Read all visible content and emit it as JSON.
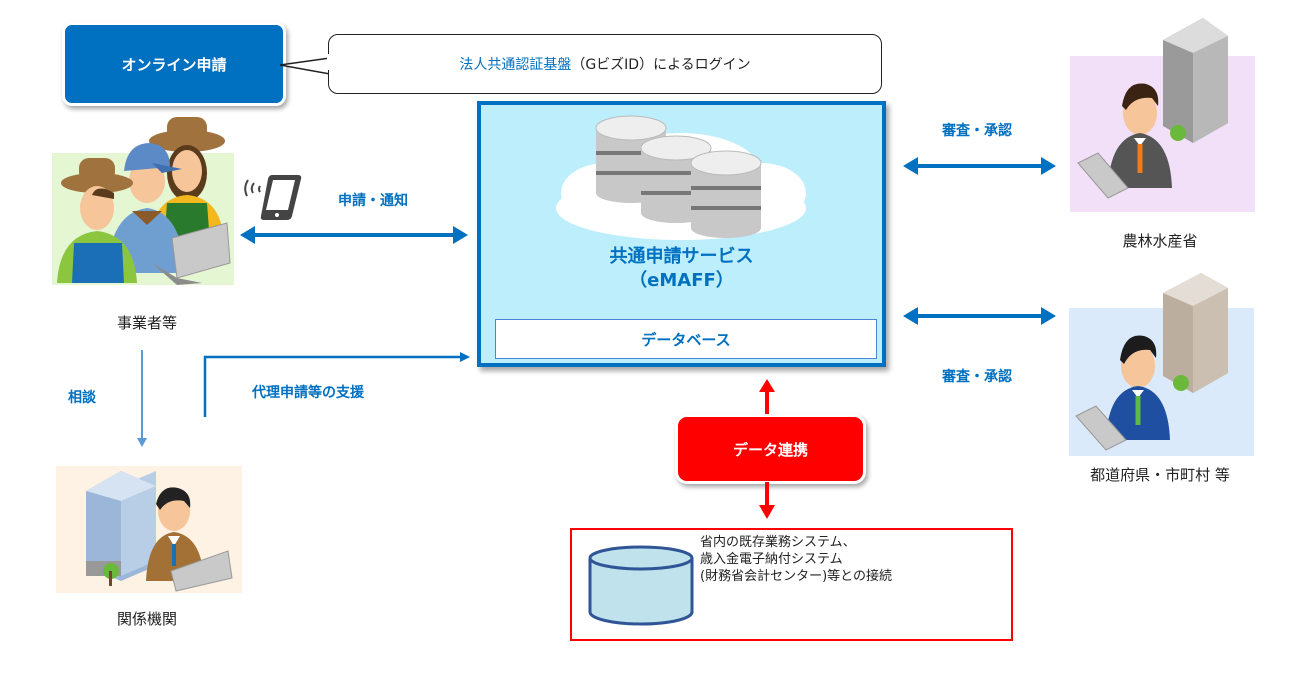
{
  "online_application": {
    "label": "オンライン申請"
  },
  "login_callout": {
    "highlight": "法人共通認証基盤",
    "rest": "（GビズID）によるログイン"
  },
  "service": {
    "title_line1": "共通申請サービス",
    "title_line2": "（eMAFF）",
    "database_label": "データベース"
  },
  "actors": {
    "business": {
      "label": "事業者等"
    },
    "related_org": {
      "label": "関係機関"
    },
    "maff": {
      "label": "農林水産省"
    },
    "local_gov": {
      "label": "都道府県・市町村 等"
    }
  },
  "flows": {
    "apply_notify": "申請・通知",
    "consult": "相談",
    "proxy_support": "代理申請等の支援",
    "review_approve_top": "審査・承認",
    "review_approve_bottom": "審査・承認"
  },
  "data_linkage": {
    "label": "データ連携",
    "external_lines": [
      "省内の既存業務システム、",
      "歳入金電子納付システム",
      "(財務省会計センター)等との接続"
    ]
  },
  "colors": {
    "primary_blue": "#0070c0",
    "linkage_red": "#ff0000"
  }
}
